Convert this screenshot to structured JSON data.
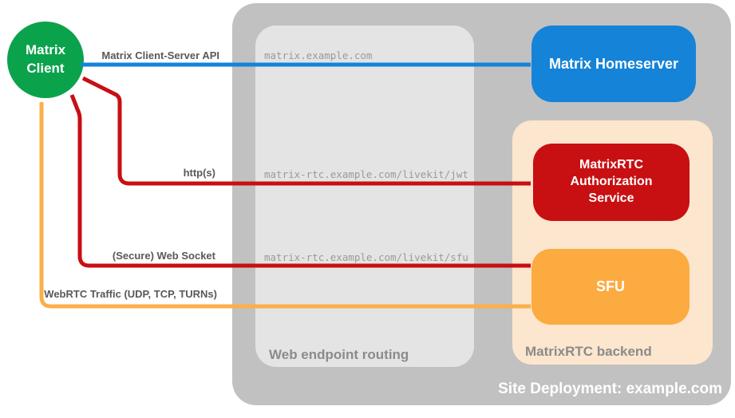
{
  "diagram": {
    "title": "Site Deployment: example.com",
    "colors": {
      "client_green": "#0ba24c",
      "homeserver_blue": "#1583d8",
      "auth_red": "#c80f12",
      "sfu_orange": "#fcab40",
      "backend_peach": "#fce6cd",
      "site_gray": "#c1c1c1",
      "routing_gray": "#e4e4e4",
      "label_gray": "#8b8b8b",
      "arrow_label_gray": "#595959"
    },
    "nodes": {
      "client": {
        "label": "Matrix\nClient"
      },
      "homeserver": {
        "label": "Matrix Homeserver"
      },
      "auth": {
        "label": "MatrixRTC\nAuthorization\nService"
      },
      "sfu": {
        "label": "SFU"
      }
    },
    "containers": {
      "site": {
        "label": "Site Deployment: example.com"
      },
      "routing": {
        "label": "Web endpoint routing",
        "endpoints": [
          "matrix.example.com",
          "matrix-rtc.example.com/livekit/jwt",
          "matrix-rtc.example.com/livekit/sfu"
        ]
      },
      "backend": {
        "label": "MatrixRTC backend"
      }
    },
    "edges": [
      {
        "id": "client-homeserver",
        "label": "Matrix Client-Server API",
        "color": "#1583d8",
        "from": "Matrix Client",
        "to": "Matrix Homeserver",
        "via": "matrix.example.com",
        "bidirectional": true
      },
      {
        "id": "client-auth-https",
        "label": "http(s)",
        "color": "#c80f12",
        "from": "Matrix Client",
        "to": "MatrixRTC Authorization Service",
        "via": "matrix-rtc.example.com/livekit/jwt",
        "bidirectional": true
      },
      {
        "id": "client-sfu-websocket",
        "label": "(Secure) Web Socket",
        "color": "#c80f12",
        "from": "Matrix Client",
        "to": "SFU",
        "via": "matrix-rtc.example.com/livekit/sfu",
        "bidirectional": true
      },
      {
        "id": "client-sfu-webrtc",
        "label": "WebRTC Traffic (UDP, TCP, TURNs)",
        "color": "#fbaf4a",
        "from": "Matrix Client",
        "to": "SFU",
        "via": "",
        "bidirectional": true
      }
    ]
  }
}
